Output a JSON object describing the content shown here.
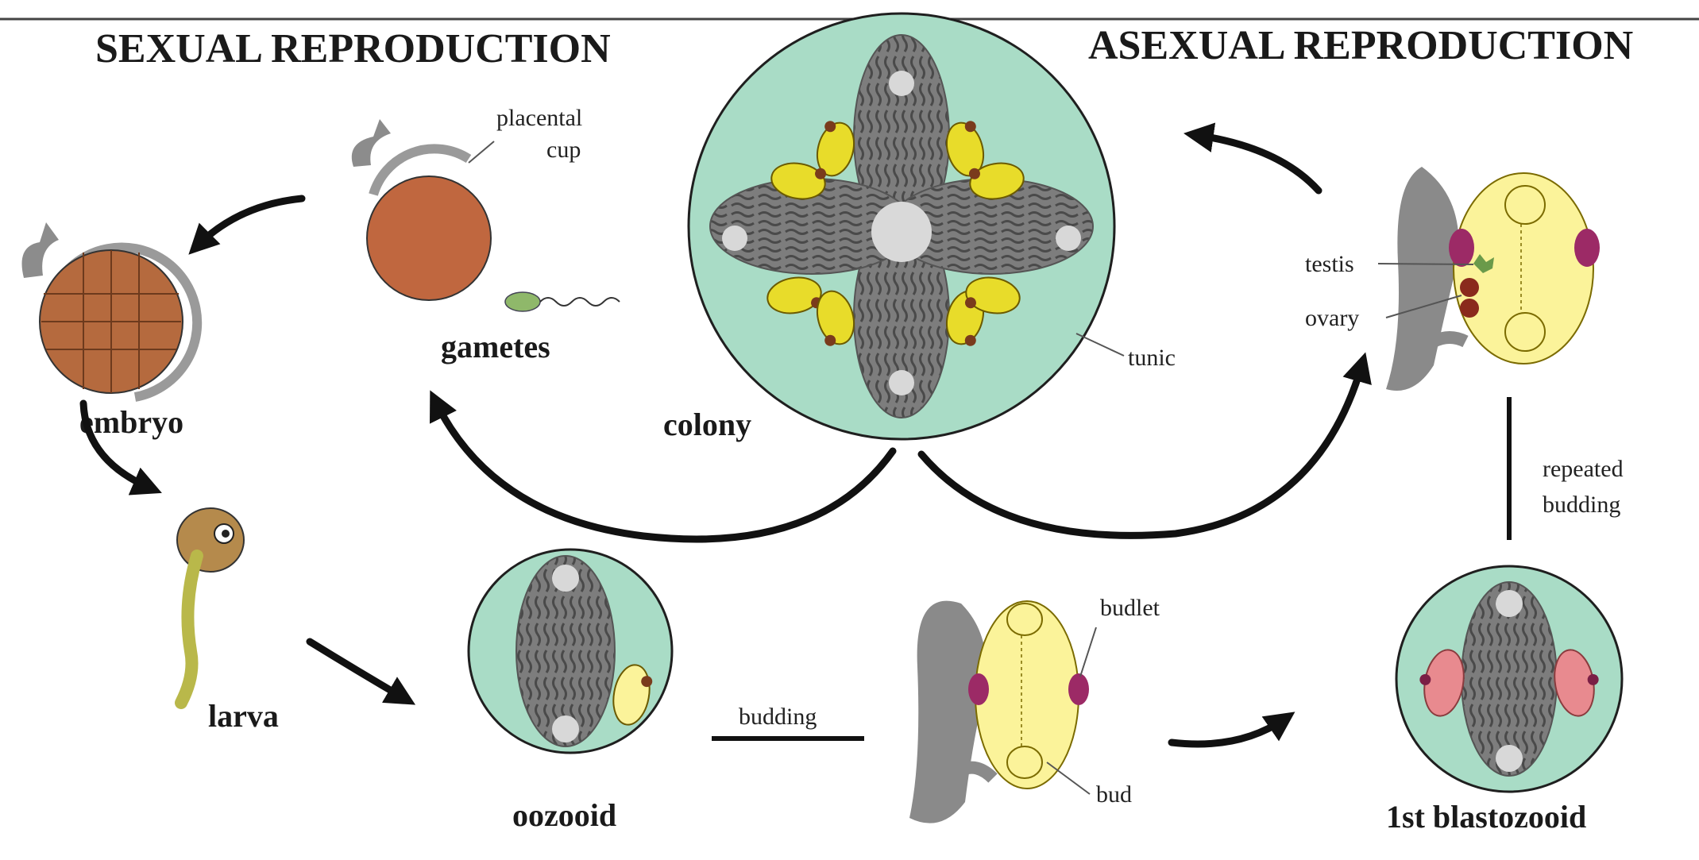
{
  "headings": {
    "sexual": "SEXUAL REPRODUCTION",
    "asexual": "ASEXUAL REPRODUCTION"
  },
  "stages": {
    "colony": "colony",
    "gametes": "gametes",
    "embryo": "embryo",
    "larva": "larva",
    "oozooid": "oozooid",
    "blastozooid": "1st blastozooid"
  },
  "annotations": {
    "placental_cup_line1": "placental",
    "placental_cup_line2": "cup",
    "tunic": "tunic",
    "testis": "testis",
    "ovary": "ovary",
    "budlet": "budlet",
    "bud": "bud",
    "budding": "budding",
    "repeated_budding_line1": "repeated",
    "repeated_budding_line2": "budding"
  },
  "colors": {
    "tunic_fill": "#a9dcc6",
    "zooid_gray": "#7d7d7d",
    "bud_yellow": "#fbf39a",
    "bud_yellow_dark": "#d9c418",
    "egg_brown": "#c0673f",
    "gonad_purple": "#9c2a66",
    "sperm_green": "#8fb86a",
    "larva_tan": "#b58a4c",
    "blasto_pink": "#e88a8f"
  }
}
